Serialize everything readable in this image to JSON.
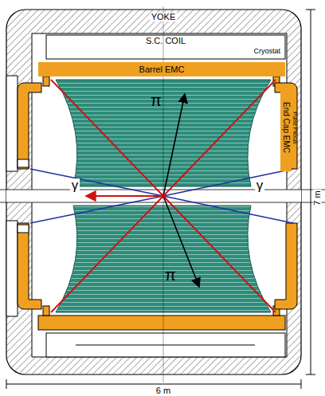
{
  "diagram": {
    "nodes": [
      {
        "text": [
          "S.C. COIL",
          "Cryostat"
        ]
      },
      {
        "text": [
          "Barrel EMC"
        ]
      },
      {
        "text": [
          "End Cap EMC"
        ]
      }
    ],
    "labels": [
      "YOKE",
      "π",
      "π",
      "γ",
      "γ",
      "Pulse Plexus",
      "7 m",
      "6 m"
    ]
  }
}
